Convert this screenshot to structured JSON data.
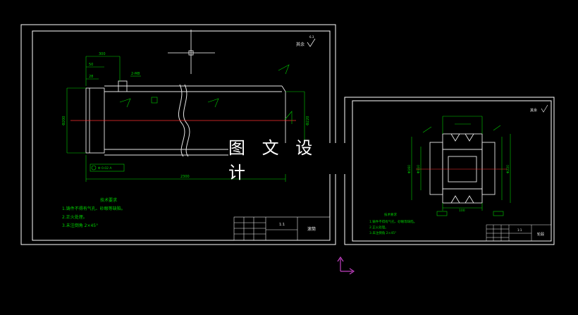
{
  "drawing_left": {
    "roughness_note": "其余",
    "roughness_value": "6.3",
    "dim_top_1": "300",
    "dim_top_2": "50",
    "dim_top_3": "28",
    "dim_hole": "2-M8",
    "dim_left_dia": "Φ200",
    "dim_right_dia": "Φ220",
    "dim_length": "2300",
    "tolerance_box": "Φ 0.02 A",
    "tech_title": "技术要求",
    "tech_items": [
      "1.铸件不得有气孔、砂眼等缺陷。",
      "2.正火处理。",
      "3.未注倒角 2×45°"
    ],
    "title_block_name": "滚筒",
    "title_block_part": "1:1"
  },
  "drawing_right": {
    "roughness_note": "其余",
    "dim_left_dia": "Φ160",
    "dim_right_dia": "Φ220",
    "dim_bore": "Φ110",
    "dim_width": "100",
    "tech_title": "技术要求",
    "tech_items": [
      "1.铸件不得有气孔、砂眼等缺陷。",
      "2.正火处理。",
      "3.未注倒角 2×45°"
    ],
    "title_block_name": "轮毂",
    "title_block_part": "1:1"
  },
  "watermark": {
    "text": "图 文 设 计"
  },
  "colors": {
    "background": "#000000",
    "frame": "#ffffff",
    "geometry": "#e8e8e8",
    "dimension": "#00d000",
    "centerline": "#ff3030",
    "ucs": "#c040c0"
  },
  "icons": [
    "ucs-icon",
    "roughness-symbol-icon",
    "crosshair-cursor-icon"
  ]
}
